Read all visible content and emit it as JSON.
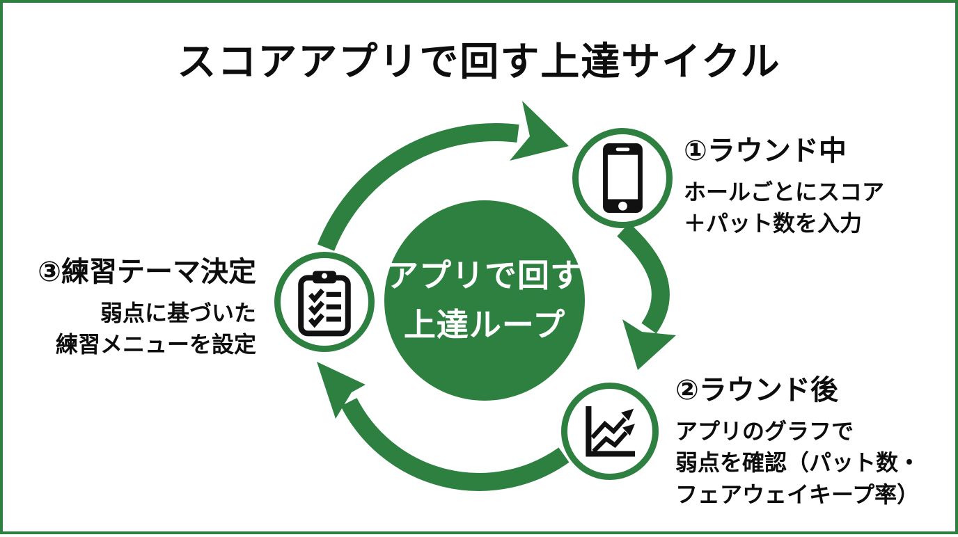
{
  "title": "スコアアプリで回す上達サイクル",
  "center": {
    "line1": "アプリで回す",
    "line2": "上達ループ"
  },
  "nodes": [
    {
      "heading": "①ラウンド中",
      "body_lines": [
        "ホールごとにスコア",
        "＋パット数を入力"
      ],
      "icon": "smartphone-icon"
    },
    {
      "heading": "②ラウンド後",
      "body_lines": [
        "アプリのグラフで",
        "弱点を確認（パット数・",
        "フェアウェイキープ率）"
      ],
      "icon": "line-chart-icon"
    },
    {
      "heading": "③練習テーマ決定",
      "body_lines": [
        "弱点に基づいた",
        "練習メニューを設定"
      ],
      "icon": "checklist-clipboard-icon"
    }
  ],
  "colors": {
    "accent_green": "#2e8040",
    "icon_black": "#111111",
    "text": "#0d0d0d",
    "background": "#ffffff"
  }
}
